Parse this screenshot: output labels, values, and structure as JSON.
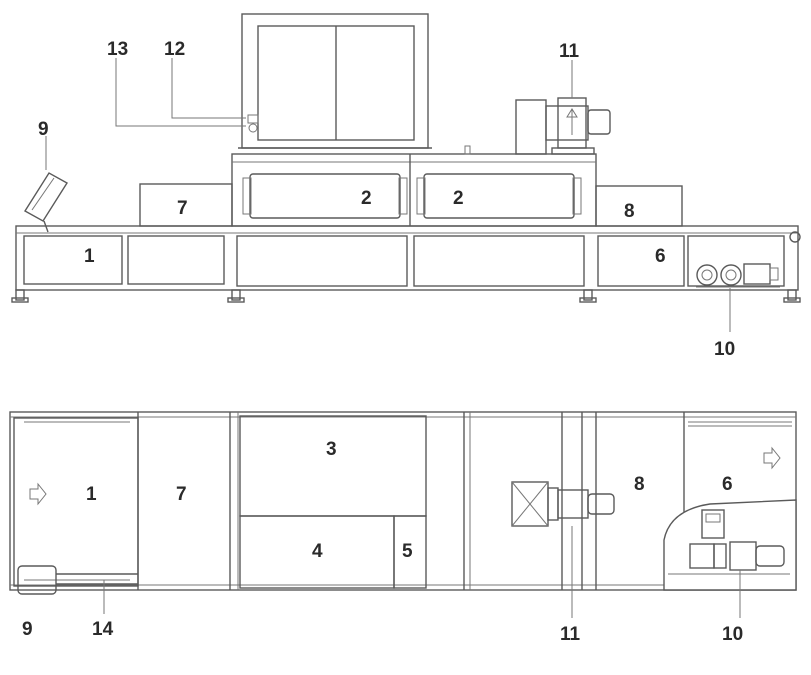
{
  "top_view_labels": {
    "l1": "1",
    "l2a": "2",
    "l2b": "2",
    "l6": "6",
    "l7": "7",
    "l8": "8",
    "l9": "9",
    "l10": "10",
    "l11": "11",
    "l12": "12",
    "l13": "13"
  },
  "bottom_view_labels": {
    "l1": "1",
    "l3": "3",
    "l4": "4",
    "l5": "5",
    "l6": "6",
    "l7": "7",
    "l8": "8",
    "l9": "9",
    "l10": "10",
    "l11": "11",
    "l14": "14"
  },
  "colors": {
    "line": "#5a5a5a",
    "label": "#2a2a2a",
    "background": "#ffffff"
  }
}
